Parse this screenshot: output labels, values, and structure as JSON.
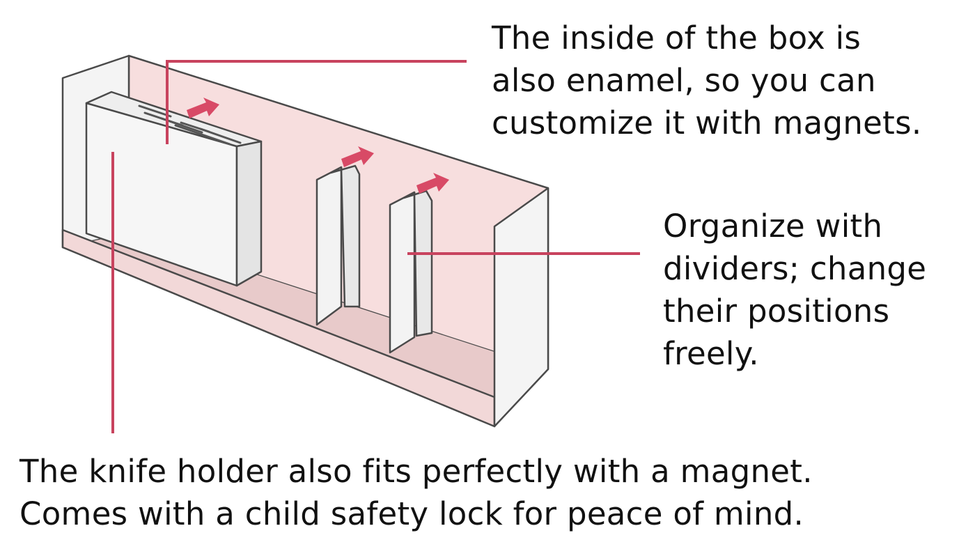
{
  "callouts": {
    "enamel": {
      "lines": [
        "The inside of the box is",
        "also enamel, so you can",
        "customize it with magnets."
      ]
    },
    "dividers": {
      "lines": [
        "Organize with",
        "dividers; change",
        "their positions",
        "freely."
      ]
    },
    "knife": {
      "lines": [
        "The knife holder also fits perfectly with a magnet.",
        "Comes with a child safety lock for peace of mind."
      ]
    }
  },
  "colors": {
    "accent": "#c8435e",
    "box_interior": "#f6dcdc",
    "box_floor": "#e6c6c6",
    "outline": "#444444"
  }
}
